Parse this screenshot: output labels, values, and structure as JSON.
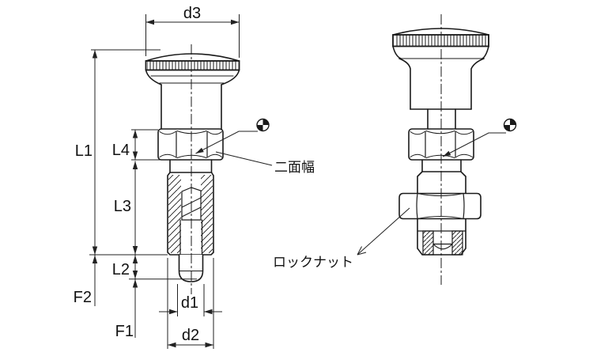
{
  "drawing": {
    "background_color": "#ffffff",
    "line_color": "#1a1a1a",
    "left_view": {
      "name": "index-plunger-dimensioned-view",
      "dimension_labels": {
        "d3": "d3",
        "L1": "L1",
        "L4": "L4",
        "L3": "L3",
        "L2": "L2",
        "F2": "F2",
        "F1": "F1",
        "d1": "d1",
        "d2": "d2"
      },
      "callout_width_across_flats": "二面幅",
      "datum_target_icon": "circle-quadrants-target-symbol"
    },
    "right_view": {
      "name": "index-plunger-with-lock-nut-view",
      "callout_lock_nut": "ロックナット",
      "datum_target_icon": "circle-quadrants-target-symbol"
    }
  }
}
